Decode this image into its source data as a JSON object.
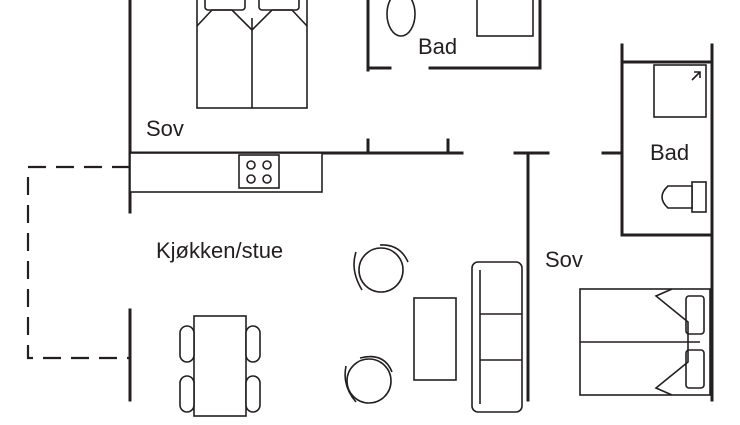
{
  "rooms": {
    "sov_top_left": "Sov",
    "bad_top": "Bad",
    "bad_right": "Bad",
    "kjokken_stue": "Kjøkken/stue",
    "sov_right": "Sov"
  }
}
